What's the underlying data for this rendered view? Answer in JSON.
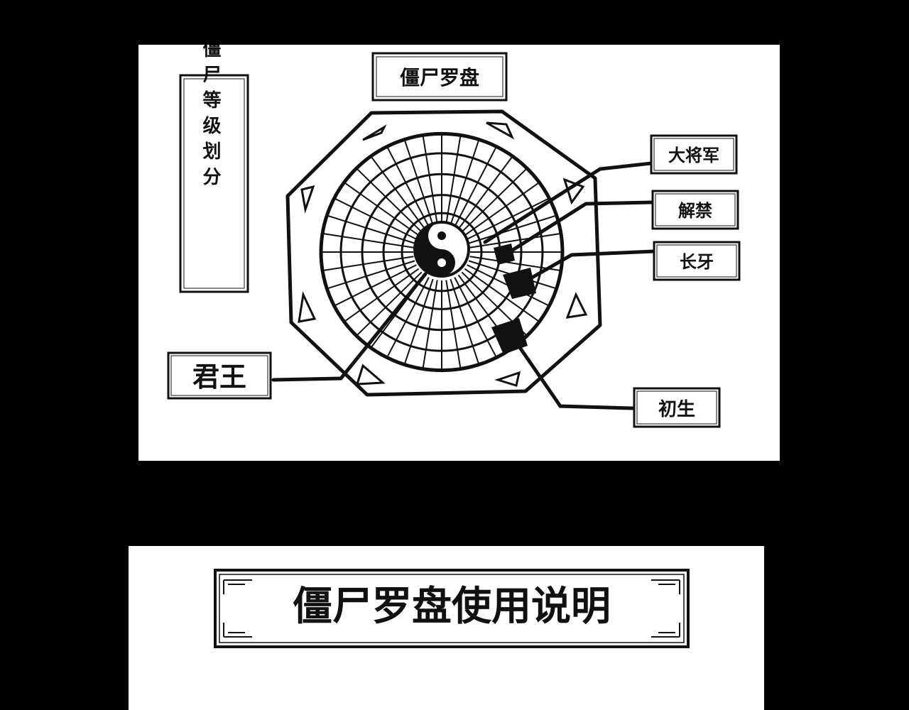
{
  "diagram": {
    "title": "僵尸罗盘",
    "side_title": "僵尸等级划分",
    "labels": {
      "king": "君王",
      "general": "大将军",
      "unban": "解禁",
      "fang": "长牙",
      "newborn": "初生"
    },
    "icons": [
      "yin-yang-icon",
      "triangle-marker-icon"
    ],
    "colors": {
      "ink": "#111111",
      "paper": "#ffffff",
      "background": "#000000"
    }
  },
  "instructions": {
    "title": "僵尸罗盘使用说明"
  }
}
